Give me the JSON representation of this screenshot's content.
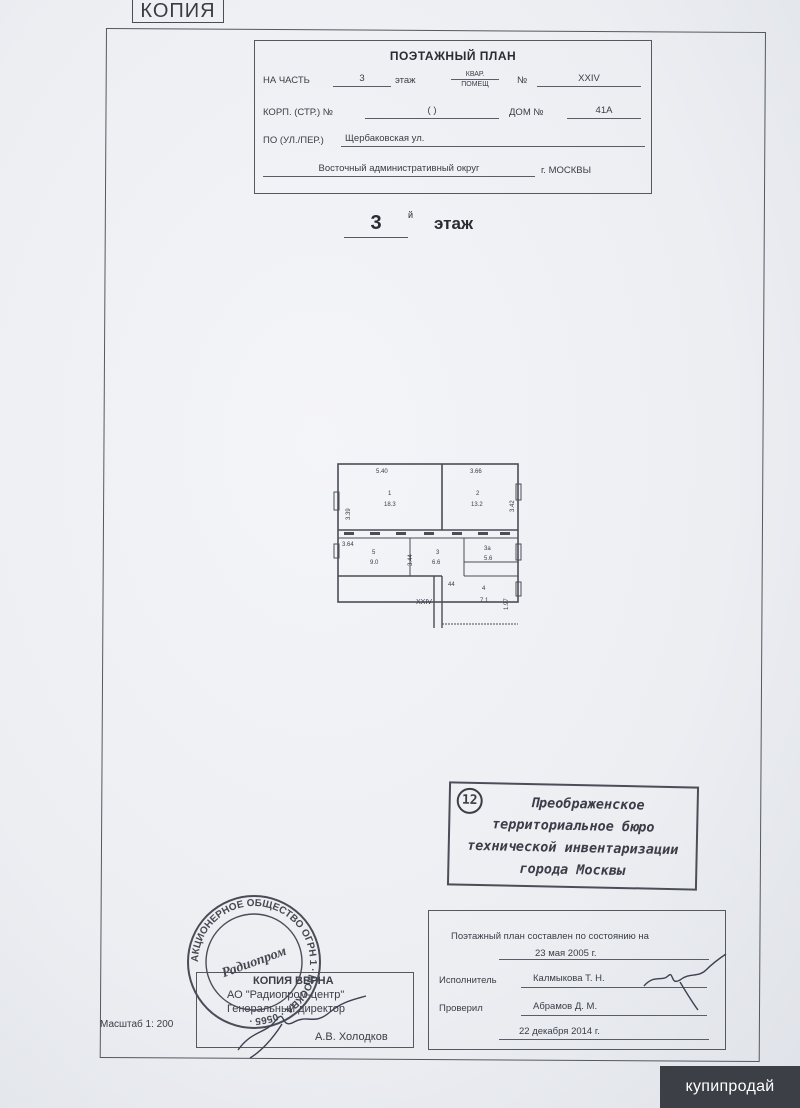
{
  "copy_label": "КОПИЯ",
  "title_block": {
    "heading": "ПОЭТАЖНЫЙ ПЛАН",
    "part_label": "НА ЧАСТЬ",
    "part_value": "3",
    "floor_label": "этаж",
    "kvar_label": "КВАР.",
    "pomesh_label": "ПОМЕЩ",
    "number_label": "№",
    "number_value": "XXIV",
    "korp_label": "КОРП. (СТР.) №",
    "korp_value": "(            )",
    "dom_label": "ДОМ №",
    "dom_value": "41А",
    "street_label": "ПО (УЛ./ПЕР.)",
    "street_value": "Щербаковская ул.",
    "district_value": "Восточный административный округ",
    "city_value": "г. МОСКВЫ"
  },
  "floor_heading": {
    "number": "3",
    "suffix": "й",
    "word": "этаж"
  },
  "plan": {
    "dims": {
      "top_left": "5.40",
      "top_right": "3.66",
      "left_upper": "3.39",
      "right_upper": "3.42",
      "left_lower": "3.64",
      "mid": "3.44",
      "right_lower": "1.97",
      "small": "44"
    },
    "rooms": [
      {
        "num": "1",
        "area": "18.3"
      },
      {
        "num": "2",
        "area": "13.2"
      },
      {
        "num": "5",
        "area": "9.0"
      },
      {
        "num": "3",
        "area": "6.6"
      },
      {
        "num": "3а",
        "area": "5.6"
      },
      {
        "num": "4",
        "area": "7.1"
      }
    ],
    "unit_label": "XXIV"
  },
  "bti_stamp": {
    "badge": "12",
    "lines": [
      "Преображенское",
      "территориальное бюро",
      "технической инвентаризации",
      "города Москвы"
    ]
  },
  "info_block": {
    "composed": "Поэтажный план составлен по состоянию на",
    "composed_date": "23 мая 2005 г.",
    "executor_label": "Исполнитель",
    "executor_name": "Калмыкова Т. Н.",
    "checked_label": "Проверил",
    "checked_name": "Абрамов Д. М.",
    "check_date": "22 декабря 2014 г."
  },
  "certification": {
    "line1": "КОПИЯ ВЕРНА",
    "line2": "АО \"Радиопром-центр\"",
    "line3": "Генеральный директор",
    "name": "А.В. Холодков"
  },
  "round_seal": {
    "text": "АКЦИОНЕРНОЕ ОБЩЕСТВО ОГРН 1 · МОСКВА · 0565 ·",
    "center": "Радиопром"
  },
  "scale": "Масштаб 1: 200",
  "watermark": "купипродай"
}
